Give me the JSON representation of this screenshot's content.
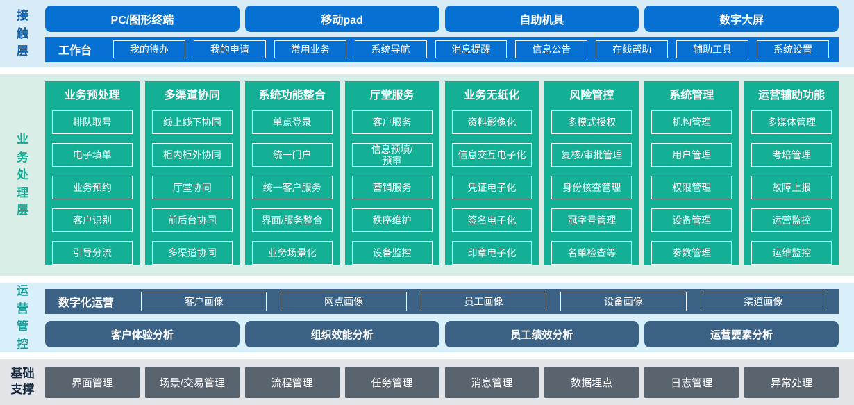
{
  "colors": {
    "accent_blue": "#0671d2",
    "accent_green": "#14b096",
    "accent_slate": "#3b6284",
    "accent_gray": "#5a646e",
    "band_contact_bg": "#d8ecf7",
    "band_business_bg": "#d8eee7",
    "band_operations_bg": "#d9eff9",
    "band_foundation_bg": "#e2e4e7",
    "contact_label_color": "#1060ac",
    "business_label_color": "#12ab92",
    "operations_label_color": "#149c95",
    "foundation_label_color": "#16293f"
  },
  "layers": {
    "contact": {
      "label": "接触层",
      "devices": [
        "PC/图形终端",
        "移动pad",
        "自助机具",
        "数字大屏"
      ],
      "workbench_label": "工作台",
      "workbench_items": [
        "我的待办",
        "我的申请",
        "常用业务",
        "系统导航",
        "消息提醒",
        "信息公告",
        "在线帮助",
        "辅助工具",
        "系统设置"
      ]
    },
    "business": {
      "label": "业务处理层",
      "columns": [
        {
          "title": "业务预处理",
          "items": [
            "排队取号",
            "电子填单",
            "业务预约",
            "客户识别",
            "引导分流"
          ]
        },
        {
          "title": "多渠道协同",
          "items": [
            "线上线下协同",
            "柜内柜外协同",
            "厅堂协同",
            "前后台协同",
            "多渠道协同"
          ]
        },
        {
          "title": "系统功能整合",
          "items": [
            "单点登录",
            "统一门户",
            "统一客户服务",
            "界面/服务整合",
            "业务场景化"
          ]
        },
        {
          "title": "厅堂服务",
          "items": [
            "客户服务",
            "信息预填/\n预审",
            "营销服务",
            "秩序维护",
            "设备监控"
          ]
        },
        {
          "title": "业务无纸化",
          "items": [
            "资料影像化",
            "信息交互电子化",
            "凭证电子化",
            "签名电子化",
            "印章电子化"
          ]
        },
        {
          "title": "风险管控",
          "items": [
            "多模式授权",
            "复核/审批管理",
            "身份核查管理",
            "冠字号管理",
            "名单检查等"
          ]
        },
        {
          "title": "系统管理",
          "items": [
            "机构管理",
            "用户管理",
            "权限管理",
            "设备管理",
            "参数管理"
          ]
        },
        {
          "title": "运营辅助功能",
          "items": [
            "多媒体管理",
            "考培管理",
            "故障上报",
            "运营监控",
            "运维监控"
          ]
        }
      ]
    },
    "operations": {
      "label": "运营管控",
      "digital_label": "数字化运营",
      "profiles": [
        "客户画像",
        "网点画像",
        "员工画像",
        "设备画像",
        "渠道画像"
      ],
      "analyses": [
        "客户体验分析",
        "组织效能分析",
        "员工绩效分析",
        "运营要素分析"
      ]
    },
    "foundation": {
      "label": "基础支撑",
      "items": [
        "界面管理",
        "场景/交易管理",
        "流程管理",
        "任务管理",
        "消息管理",
        "数据埋点",
        "日志管理",
        "异常处理"
      ]
    }
  }
}
